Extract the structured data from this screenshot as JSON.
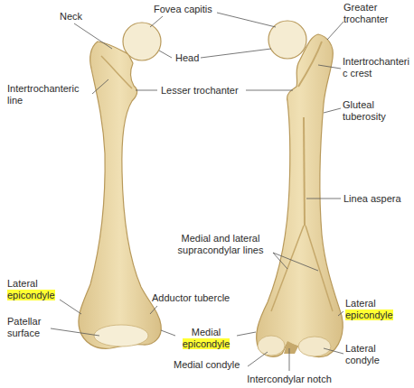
{
  "diagram": {
    "labels": [
      "Neck",
      "Fovea capitis",
      "Greater trochanter",
      "Head",
      "Intertrochanteric line",
      "Lesser trochanter",
      "Intertrochanteric crest",
      "Gluteal tuberosity",
      "Linea aspera",
      "Medial and lateral supracondylar lines",
      "Lateral epicondyle",
      "Adductor tubercle",
      "Patellar surface",
      "Medial epicondyle",
      "Lateral epicondyle",
      "Medial condyle",
      "Lateral condyle",
      "Intercondylar notch"
    ]
  }
}
